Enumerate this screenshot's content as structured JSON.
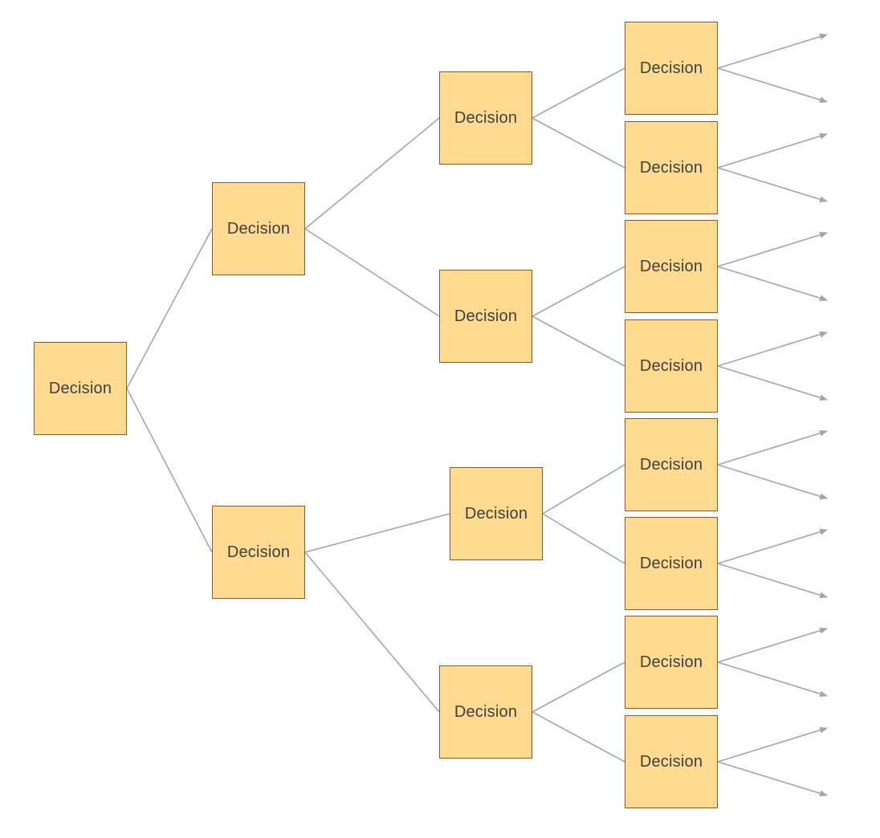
{
  "diagram": {
    "type": "decision-tree",
    "orientation": "left-to-right",
    "colors": {
      "node_fill": "#fedb91",
      "node_border": "#8a5a2c",
      "node_text": "#3f3f3f",
      "connector": "#a6a6a6"
    },
    "nodes": [
      {
        "id": "root",
        "label": "Decision"
      },
      {
        "id": "l1-top",
        "label": "Decision"
      },
      {
        "id": "l1-bottom",
        "label": "Decision"
      },
      {
        "id": "l2-1",
        "label": "Decision"
      },
      {
        "id": "l2-2",
        "label": "Decision"
      },
      {
        "id": "l2-3",
        "label": "Decision"
      },
      {
        "id": "l2-4",
        "label": "Decision"
      },
      {
        "id": "l3-1",
        "label": "Decision"
      },
      {
        "id": "l3-2",
        "label": "Decision"
      },
      {
        "id": "l3-3",
        "label": "Decision"
      },
      {
        "id": "l3-4",
        "label": "Decision"
      },
      {
        "id": "l3-5",
        "label": "Decision"
      },
      {
        "id": "l3-6",
        "label": "Decision"
      },
      {
        "id": "l3-7",
        "label": "Decision"
      },
      {
        "id": "l3-8",
        "label": "Decision"
      }
    ],
    "edges": [
      {
        "from": "root",
        "to": "l1-top"
      },
      {
        "from": "root",
        "to": "l1-bottom"
      },
      {
        "from": "l1-top",
        "to": "l2-1"
      },
      {
        "from": "l1-top",
        "to": "l2-2"
      },
      {
        "from": "l1-bottom",
        "to": "l2-3"
      },
      {
        "from": "l1-bottom",
        "to": "l2-4"
      },
      {
        "from": "l2-1",
        "to": "l3-1"
      },
      {
        "from": "l2-1",
        "to": "l3-2"
      },
      {
        "from": "l2-2",
        "to": "l3-3"
      },
      {
        "from": "l2-2",
        "to": "l3-4"
      },
      {
        "from": "l2-3",
        "to": "l3-5"
      },
      {
        "from": "l2-3",
        "to": "l3-6"
      },
      {
        "from": "l2-4",
        "to": "l3-7"
      },
      {
        "from": "l2-4",
        "to": "l3-8"
      }
    ],
    "open_branches_per_leaf": 2
  }
}
